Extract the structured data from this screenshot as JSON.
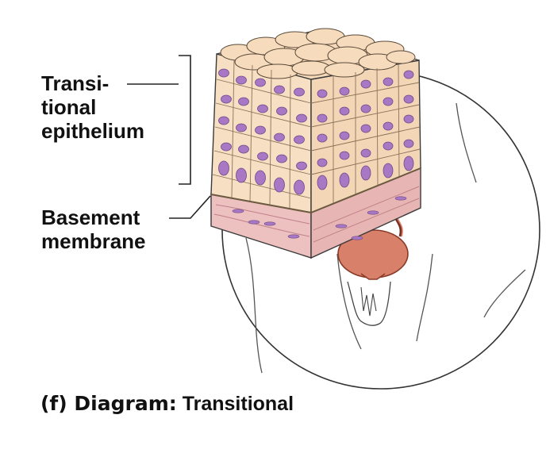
{
  "labels": {
    "transitional_line1": "Transi-",
    "transitional_line2": "tional",
    "transitional_line3": "epithelium",
    "basement_line1": "Basement",
    "basement_line2": "membrane"
  },
  "caption": {
    "prefix": "(f) Diagram:",
    "text": "Transitional"
  },
  "colors": {
    "cell_fill": "#f7dfc3",
    "nucleus": "#a878c4",
    "nucleus_edge": "#6f4a8a",
    "connective": "#ecc1c0",
    "bladder": "#d9806b",
    "outline": "#3a3a3a"
  }
}
